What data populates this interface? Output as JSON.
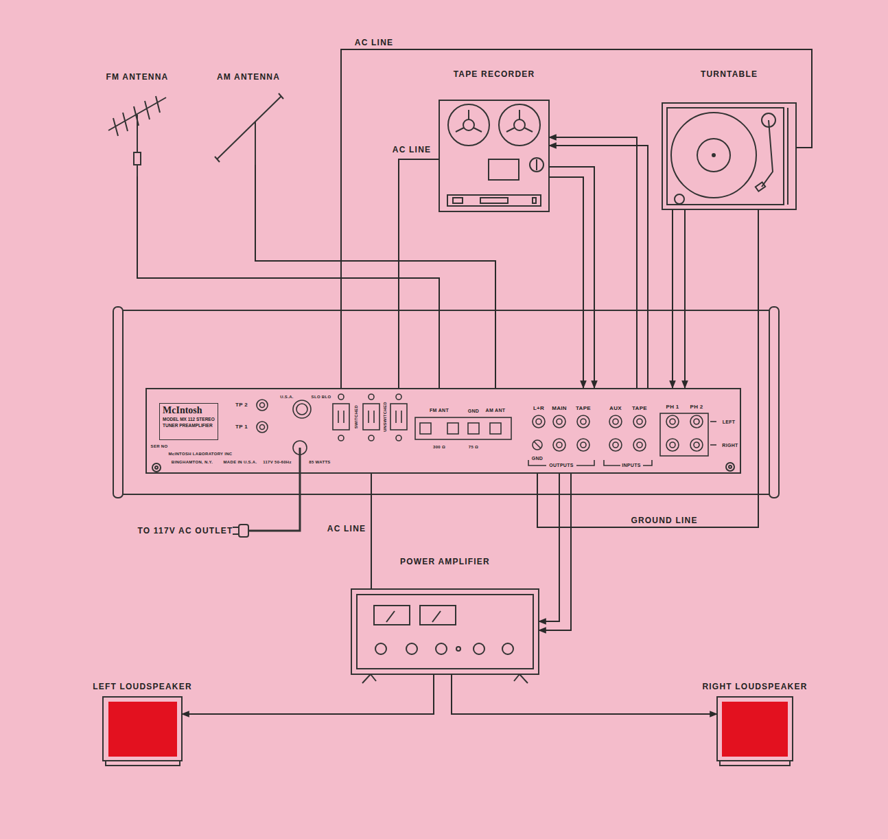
{
  "diagram": {
    "nodes": [
      {
        "text": [
          "FM ANTENNA"
        ]
      },
      {
        "text": [
          "AM ANTENNA"
        ]
      },
      {
        "text": [
          "TAPE RECORDER"
        ]
      },
      {
        "text": [
          "TURNTABLE"
        ]
      },
      {
        "text": [
          "McIntosh",
          "MODEL MX 112 STEREO TUNER PREAMPLIFIER"
        ]
      },
      {
        "text": [
          "POWER AMPLIFIER"
        ]
      },
      {
        "text": [
          "LEFT LOUDSPEAKER"
        ]
      },
      {
        "text": [
          "RIGHT LOUDSPEAKER"
        ]
      }
    ],
    "edges": [
      {
        "from": 0,
        "to": 4,
        "arrow": "none"
      },
      {
        "from": 1,
        "to": 4,
        "arrow": "none"
      },
      {
        "from": 3,
        "to": 4,
        "label": "AC LINE",
        "arrow": "none"
      },
      {
        "from": 2,
        "to": 4,
        "label": "AC LINE",
        "arrow": "none"
      },
      {
        "from": 4,
        "to": 2,
        "arrow": "to"
      },
      {
        "from": 4,
        "to": 2,
        "arrow": "to"
      },
      {
        "from": 2,
        "to": 4,
        "arrow": "to"
      },
      {
        "from": 2,
        "to": 4,
        "arrow": "to"
      },
      {
        "from": 3,
        "to": 4,
        "arrow": "to"
      },
      {
        "from": 3,
        "to": 4,
        "arrow": "to"
      },
      {
        "from": 4,
        "to": 5,
        "label": "AC LINE",
        "arrow": "none"
      },
      {
        "from": 3,
        "to": 4,
        "label": "GROUND LINE",
        "arrow": "none"
      },
      {
        "from": 4,
        "to": 5,
        "arrow": "to"
      },
      {
        "from": 4,
        "to": 5,
        "arrow": "to"
      },
      {
        "from": 5,
        "to": 6,
        "arrow": "to"
      },
      {
        "from": 5,
        "to": 7,
        "arrow": "to"
      }
    ],
    "labels": [
      "TP 2",
      "TP 1",
      "U.S.A.",
      "SLO BLO",
      "SER NO",
      "McINTOSH LABORATORY INC",
      "BINGHAMTON, N.Y.",
      "MADE IN U.S.A.",
      "117V 50-60Hz",
      "85 WATTS",
      "SWITCHED",
      "UNSWITCHED",
      "FM ANT",
      "GND",
      "AM ANT",
      "300 Ω",
      "75 Ω",
      "L+R",
      "MAIN",
      "TAPE",
      "GND",
      "OUTPUTS",
      "AUX",
      "TAPE",
      "INPUTS",
      "PH 1",
      "PH 2",
      "LEFT",
      "RIGHT",
      "TO 117V AC OUTLET"
    ]
  }
}
